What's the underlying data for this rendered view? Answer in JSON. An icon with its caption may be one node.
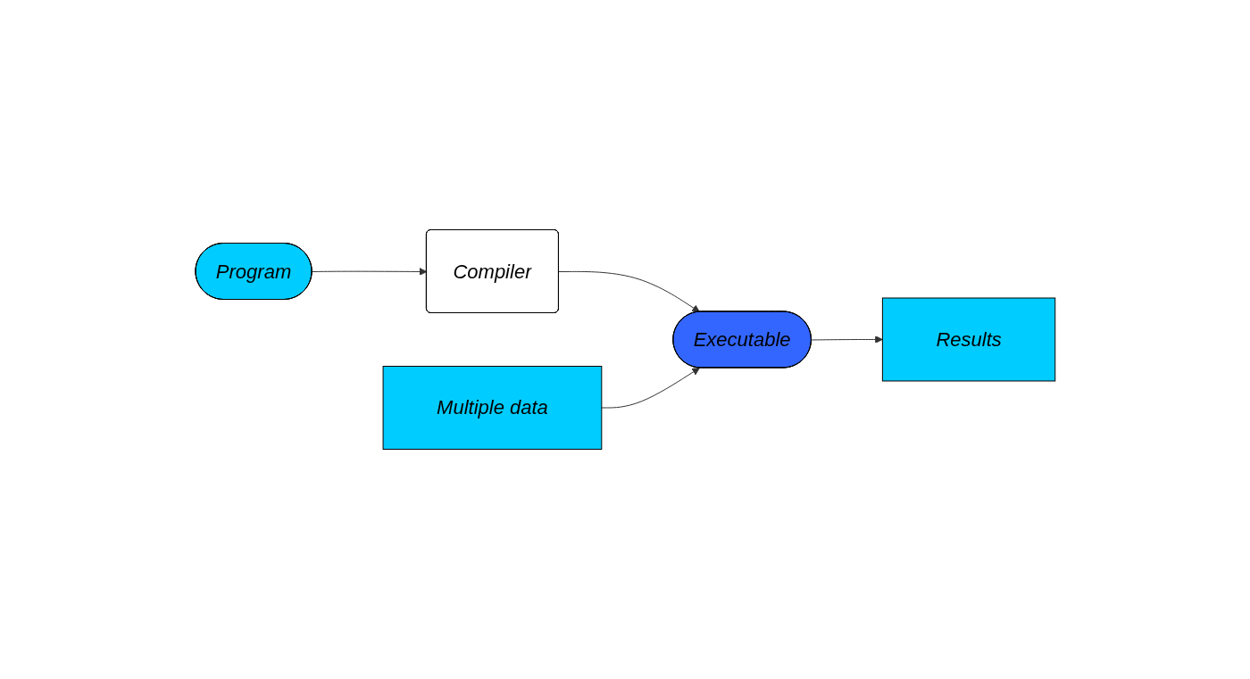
{
  "diagram": {
    "nodes": [
      {
        "text": [
          "Program"
        ]
      },
      {
        "text": [
          "Compiler"
        ]
      },
      {
        "text": [
          "Multiple data"
        ]
      },
      {
        "text": [
          "Executable"
        ]
      },
      {
        "text": [
          "Results"
        ]
      }
    ],
    "edges": [
      {
        "from": 0,
        "to": 1,
        "arrow": "to"
      },
      {
        "from": 1,
        "to": 3,
        "arrow": "to"
      },
      {
        "from": 2,
        "to": 3,
        "arrow": "to"
      },
      {
        "from": 3,
        "to": 4,
        "arrow": "to"
      }
    ]
  }
}
